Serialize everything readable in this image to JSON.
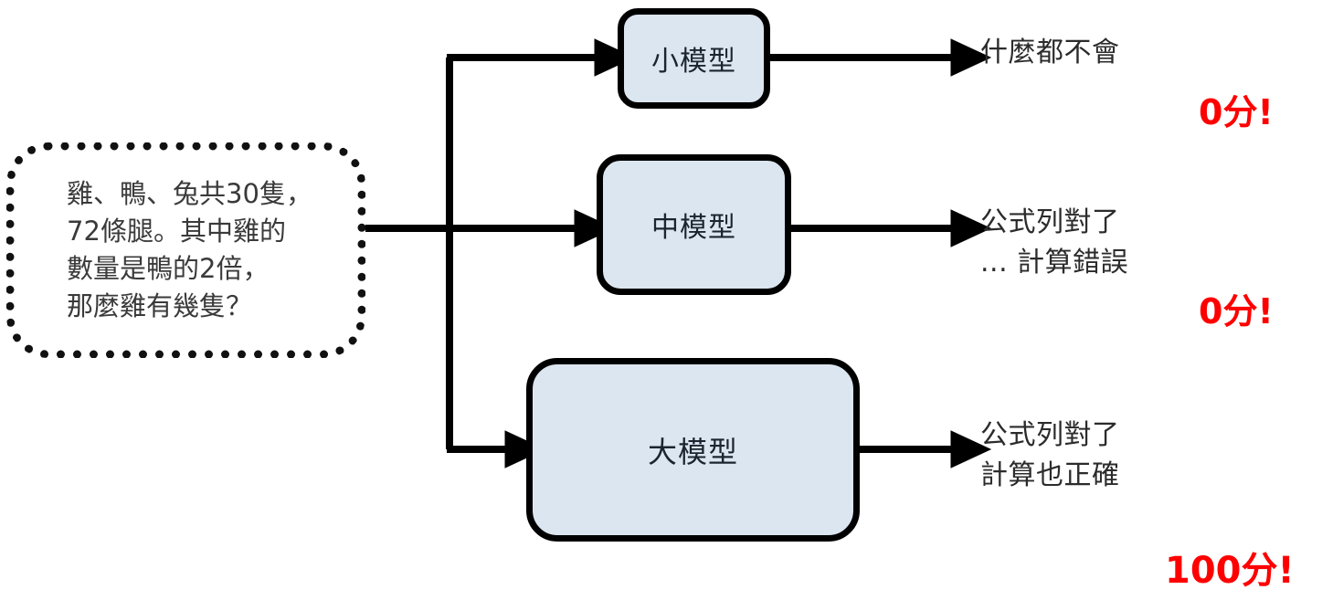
{
  "diagram": {
    "title": "model-capability-comparison-flow",
    "prompt": {
      "text": "雞、鴨、兔共30隻，\n72條腿。其中雞的\n數量是鴨的2倍，\n那麼雞有幾隻？"
    },
    "models": [
      {
        "id": "small",
        "label": "小模型"
      },
      {
        "id": "medium",
        "label": "中模型"
      },
      {
        "id": "large",
        "label": "大模型"
      }
    ],
    "outputs": [
      {
        "id": "small",
        "text": "什麼都不會",
        "score": "0分!"
      },
      {
        "id": "medium",
        "text": "公式列對了\n... 計算錯誤",
        "score": "0分!"
      },
      {
        "id": "large",
        "text": "公式列對了\n計算也正確",
        "score": "100分!"
      }
    ],
    "colors": {
      "box_fill": "#dce6f0",
      "box_stroke": "#000000",
      "score_color": "#ff0000",
      "prompt_text_color": "#3a3a3a",
      "output_text_color": "#2b2b2b",
      "background": "#ffffff"
    }
  }
}
